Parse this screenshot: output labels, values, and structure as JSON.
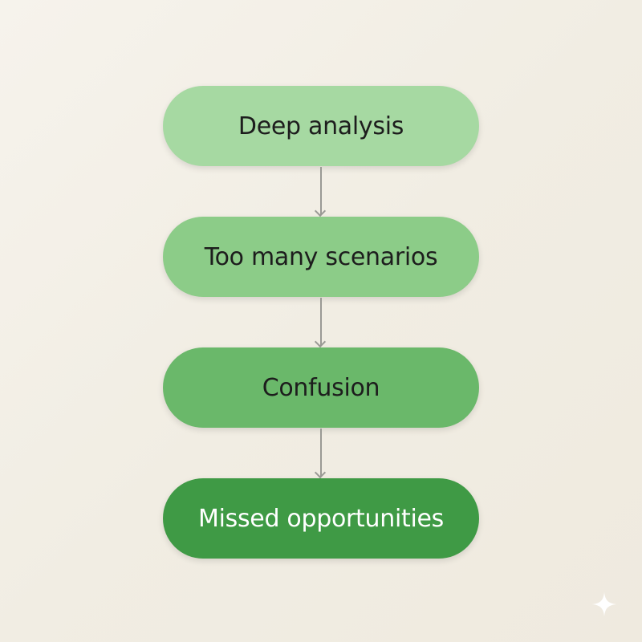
{
  "diagram": {
    "type": "vertical-flowchart",
    "nodes": [
      {
        "label": "Deep analysis",
        "fill": "#a6d9a2",
        "text_color": "#1d1d1d"
      },
      {
        "label": "Too many scenarios",
        "fill": "#8ccc88",
        "text_color": "#1d1d1d"
      },
      {
        "label": "Confusion",
        "fill": "#6ab86a",
        "text_color": "#1d1d1d"
      },
      {
        "label": "Missed opportunities",
        "fill": "#3f9a45",
        "text_color": "#ffffff"
      }
    ],
    "edges": [
      {
        "from": 0,
        "to": 1
      },
      {
        "from": 1,
        "to": 2
      },
      {
        "from": 2,
        "to": 3
      }
    ],
    "arrow_color": "#9a9a95",
    "background": "#f4f1e9"
  },
  "watermark": {
    "icon": "sparkle-icon"
  }
}
